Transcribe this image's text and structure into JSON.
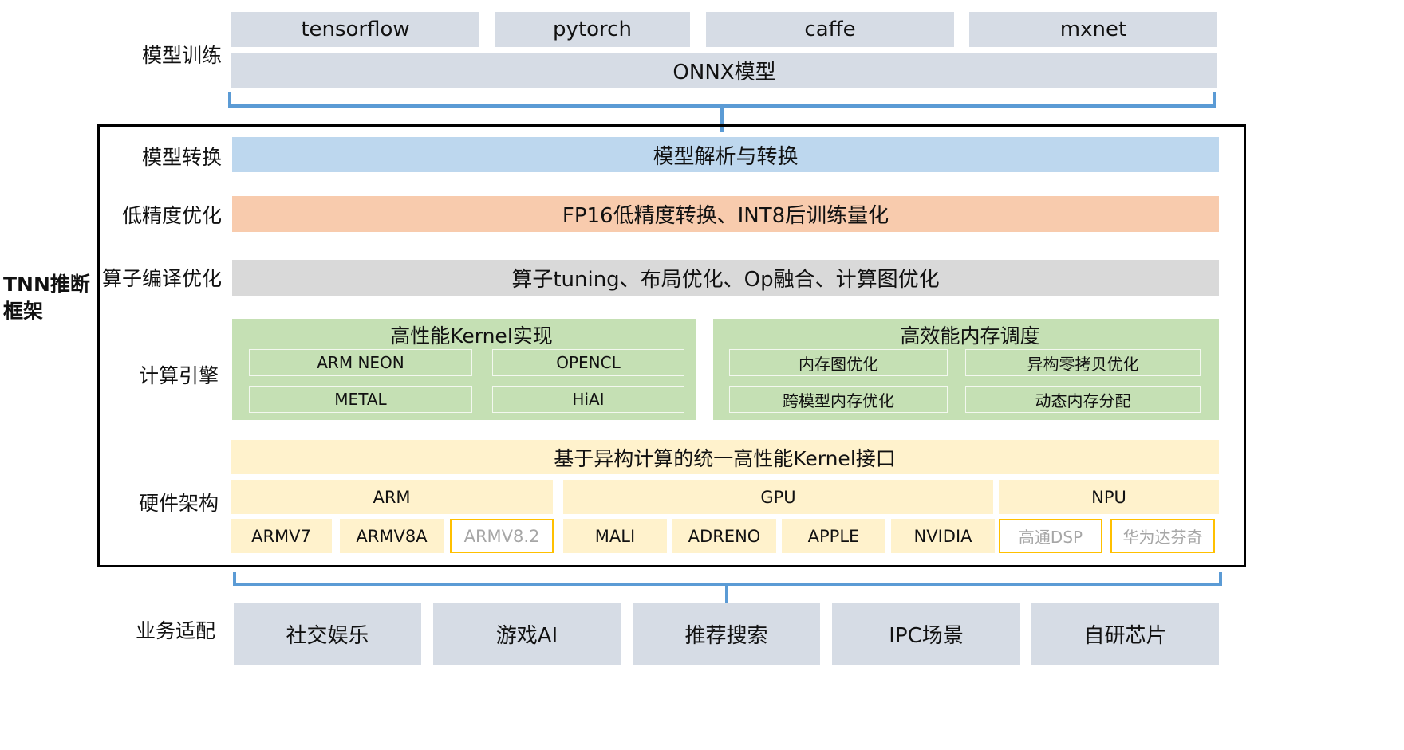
{
  "framework_label": [
    "TNN推断",
    "框架"
  ],
  "training": {
    "label": "模型训练",
    "frameworks": [
      "tensorflow",
      "pytorch",
      "caffe",
      "mxnet"
    ],
    "onnx": "ONNX模型"
  },
  "conversion": {
    "label": "模型转换",
    "text": "模型解析与转换",
    "color": "#bdd7ee"
  },
  "low_precision": {
    "label": "低精度优化",
    "text": "FP16低精度转换、INT8后训练量化",
    "color": "#f8cbad"
  },
  "operator_compile": {
    "label": "算子编译优化",
    "text": "算子tuning、布局优化、Op融合、计算图优化",
    "color": "#d9d9d9"
  },
  "compute_engine": {
    "label": "计算引擎",
    "color": "#c5e0b4",
    "kernel": {
      "title": "高性能Kernel实现",
      "items": [
        "ARM NEON",
        "OPENCL",
        "METAL",
        "HiAI"
      ]
    },
    "memory": {
      "title": "高效能内存调度",
      "items": [
        "内存图优化",
        "异构零拷贝优化",
        "跨模型内存优化",
        "动态内存分配"
      ]
    }
  },
  "hardware": {
    "label": "硬件架构",
    "color": "#fff2cc",
    "interface": "基于异构计算的统一高性能Kernel接口",
    "groups": [
      {
        "name": "ARM",
        "items": [
          "ARMV7",
          "ARMV8A",
          "ARMV8.2"
        ]
      },
      {
        "name": "GPU",
        "items": [
          "MALI",
          "ADRENO",
          "APPLE",
          "NVIDIA"
        ]
      },
      {
        "name": "NPU",
        "items": [
          "高通DSP",
          "华为达芬奇"
        ]
      }
    ],
    "outlined_items": [
      "ARMV8.2",
      "高通DSP",
      "华为达芬奇"
    ],
    "outline_color": "#ffc000"
  },
  "business": {
    "label": "业务适配",
    "items": [
      "社交娱乐",
      "游戏AI",
      "推荐搜索",
      "IPC场景",
      "自研芯片"
    ]
  },
  "colors": {
    "gray_box": "#d6dce5",
    "brace": "#5b9bd5",
    "frame": "#000000"
  }
}
